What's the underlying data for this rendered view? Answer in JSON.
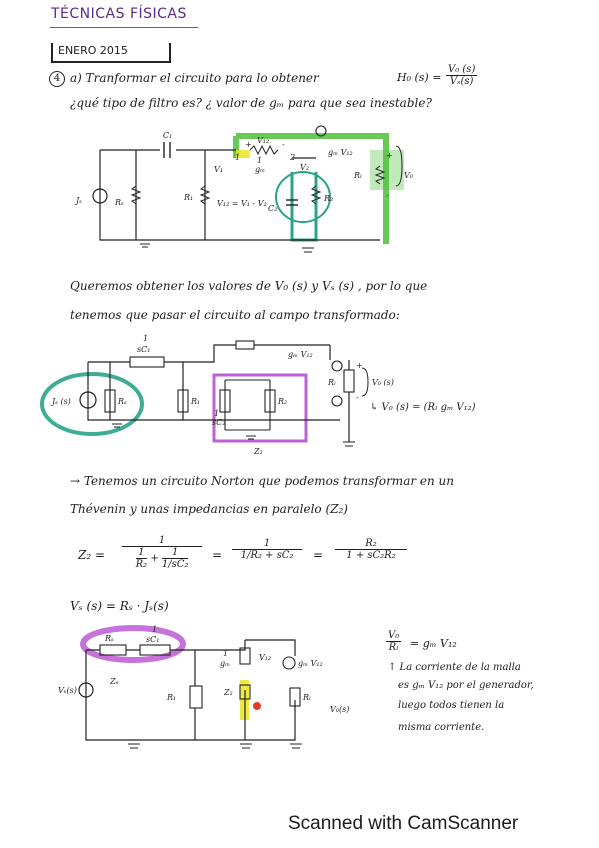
{
  "header": {
    "title": "TÉCNICAS FÍSICAS",
    "date": "ENERO 2015"
  },
  "problem": {
    "number": "4",
    "line1": "a) Tranformar el circuito para lo obtener",
    "h_label": "H₀ (s) =",
    "h_num": "V₀ (s)",
    "h_den": "Vₛ(s)",
    "line2": "¿qué tipo de filtro es? ¿ valor de gₘ para que sea inestable?"
  },
  "circuit1": {
    "labels": [
      "C₁",
      "V₁₂",
      "gₘ V₁₂",
      "+",
      "-",
      "1",
      "2",
      "V₁",
      "V₂",
      "1",
      "gₘ",
      "Jₛ",
      "Rₛ",
      "R₁",
      "V₁₂ = V₁ - V₂",
      "C₂",
      "R₂",
      "Rₗ",
      "V₀",
      "+",
      "-"
    ]
  },
  "text1": {
    "line1": "Queremos obtener los valores de V₀ (s) y Vₛ (s) , por lo que",
    "line2": "tenemos que pasar el circuito al campo transformado:"
  },
  "circuit2": {
    "labels": [
      "1",
      "sC₁",
      "gₘ V₁₂",
      "Jₛ (s)",
      "Rₛ",
      "R₁",
      "1",
      "sC₂",
      "R₂",
      "Rₗ",
      "V₀ (s)",
      "+",
      "-",
      "Z₂"
    ],
    "result": "↳ V₀ (s) = (Rₗ gₘ V₁₂)"
  },
  "text2": {
    "line1": "→ Tenemos un circuito Norton que podemos transformar en un",
    "line2": "Thévenin y unas impedancias en paralelo (Z₂)"
  },
  "equation": {
    "lhs": "Z₂ =",
    "f1_num": "1",
    "f1_den_a_num": "1",
    "f1_den_a_den": "R₂",
    "f1_plus": "+",
    "f1_den_b_num": "1",
    "f1_den_b_den": "1/sC₂",
    "eq1": "=",
    "f2_num": "1",
    "f2_den": "1/R₂ + sC₂",
    "eq2": "=",
    "f3_num": "R₂",
    "f3_den": "1 + sC₂R₂"
  },
  "vs_equation": "Vₛ (s) = Rₛ · Jₛ(s)",
  "circuit3": {
    "labels": [
      "Rₛ",
      "1",
      "sC₁",
      "Vₛ(s)",
      "Zₑ",
      "R₁",
      "1",
      "gₘ",
      "V₁₂",
      "Z₂",
      "gₘ V₁₂",
      "Rₗ",
      "V₀(s)"
    ]
  },
  "notes": {
    "frac_num": "V₀",
    "frac_den": "Rₗ",
    "frac_rhs": "= gₘ V₁₂",
    "n1": "↑ La corriente de la malla",
    "n2": "es gₘ V₁₂ por el generador,",
    "n3": "luego todos tienen la",
    "n4": "misma corriente."
  },
  "footer": "Scanned with CamScanner",
  "colors": {
    "green": "#4dbf3a",
    "teal": "#2aa38a",
    "purple": "#b74fd1",
    "yellow": "#e8e21a",
    "title": "#5b2a86"
  }
}
